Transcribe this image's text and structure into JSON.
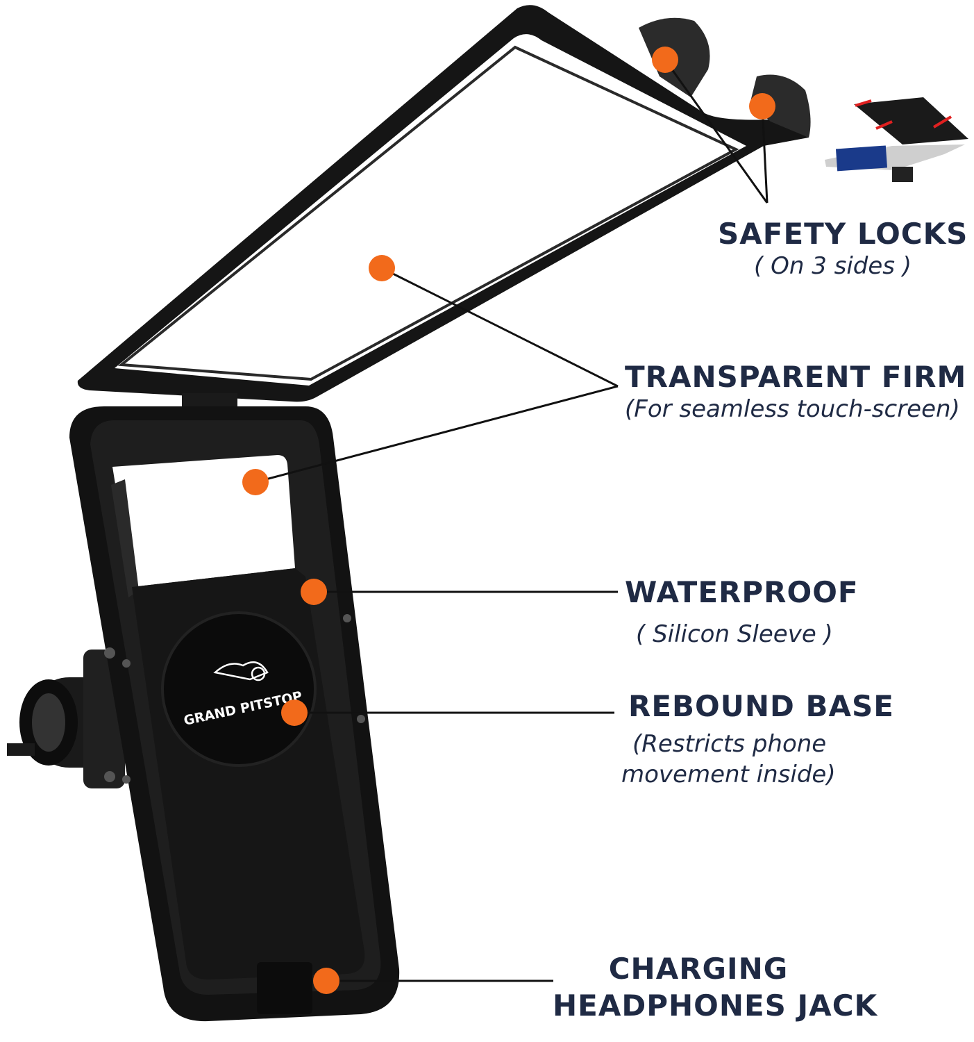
{
  "brand": {
    "logo_text": "GRAND PITSTOP"
  },
  "colors": {
    "marker": "#f26a1b",
    "text": "#1f2a44",
    "case": "#111111"
  },
  "callouts": [
    {
      "id": "safety-locks",
      "title": "SAFETY LOCKS",
      "subtitle_lines": [
        "( On 3 sides )"
      ]
    },
    {
      "id": "transparent-firm",
      "title": "TRANSPARENT FIRM",
      "subtitle_lines": [
        "(For seamless touch-screen)"
      ]
    },
    {
      "id": "waterproof",
      "title": "WATERPROOF",
      "subtitle_lines": [
        "( Silicon Sleeve )"
      ]
    },
    {
      "id": "rebound-base",
      "title": "REBOUND BASE",
      "subtitle_lines": [
        "(Restricts phone",
        "movement inside)"
      ]
    },
    {
      "id": "charging",
      "title_lines": [
        "CHARGING",
        "HEADPHONES JACK"
      ]
    }
  ]
}
